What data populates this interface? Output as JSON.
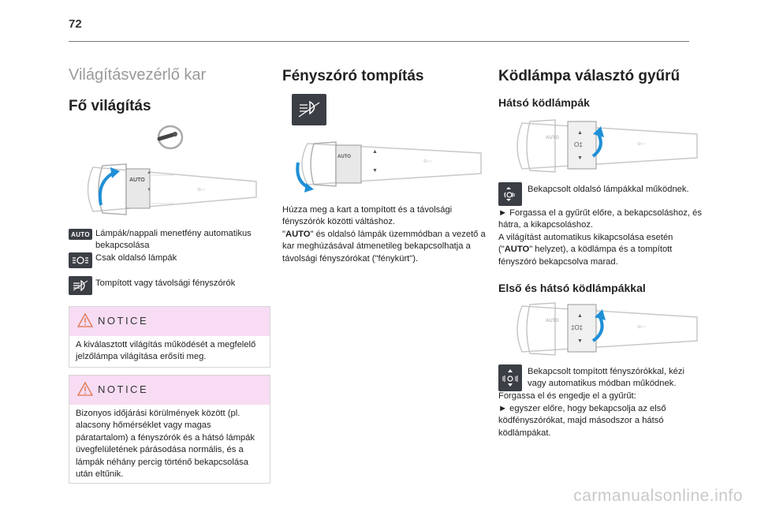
{
  "page_number": "72",
  "col1": {
    "section_title": "Világításvezérlő kar",
    "subtitle": "Fő világítás",
    "auto_icon_label": "AUTO",
    "items": [
      {
        "text": "Lámpák/nappali menetfény automatikus bekapcsolása",
        "icon": "auto-icon"
      },
      {
        "text": "Csak oldalsó lámpák",
        "icon": "side-lights-icon"
      },
      {
        "text": "Tompított vagy távolsági fényszórók",
        "icon": "headlight-icon"
      }
    ],
    "notice1": {
      "title": "NOTICE",
      "text": "A kiválasztott világítás működését a megfelelő jelzőlámpa világítása erősíti meg."
    },
    "notice2": {
      "title": "NOTICE",
      "text": "Bizonyos időjárási körülmények között (pl. alacsony hőmérséklet vagy magas páratartalom) a fényszórók és a hátsó lámpák üvegfelületének párásodása normális, és a lámpák néhány percig történő bekapcsolása után eltűnik."
    }
  },
  "col2": {
    "title": "Fényszóró tompítás",
    "para1": "Húzza meg a kart a tompított és a távolsági fényszórók közötti váltáshoz.",
    "para2_q1": "\"",
    "para2_bold": "AUTO",
    "para2_rest": "\" és oldalsó lámpák üzemmódban a vezető a kar meghúzásával átmenetileg bekapcsolhatja a távolsági fényszórókat (\"fénykürt\")."
  },
  "col3": {
    "title": "Ködlámpa választó gyűrű",
    "sub1": "Hátsó ködlámpák",
    "rear_icon_text": "Bekapcsolt oldalsó lámpákkal működnek.",
    "rear_para1": "► Forgassa el a gyűrűt előre, a bekapcsoláshoz, és hátra, a kikapcsoláshoz.",
    "rear_para2_a": "A világítást automatikus kikapcsolása esetén (\"",
    "rear_para2_bold": "AUTO",
    "rear_para2_b": "\" helyzet), a ködlámpa és a tompított fényszóró bekapcsolva marad.",
    "sub2": "Első és hátsó ködlámpákkal",
    "both_icon_text": "Bekapcsolt tompított fényszórókkal, kézi vagy automatikus módban működnek.",
    "both_para1": "Forgassa el és engedje el a gyűrűt:",
    "both_para2": "► egyszer előre, hogy bekapcsolja az első ködfényszórókat, majd másodszor a hátsó ködlámpákat."
  },
  "watermark": "carmanualsonline.info",
  "colors": {
    "notice_header": "#f7dcf3",
    "icon_chip": "#3b3f45",
    "arrow": "#1f8fd6"
  }
}
